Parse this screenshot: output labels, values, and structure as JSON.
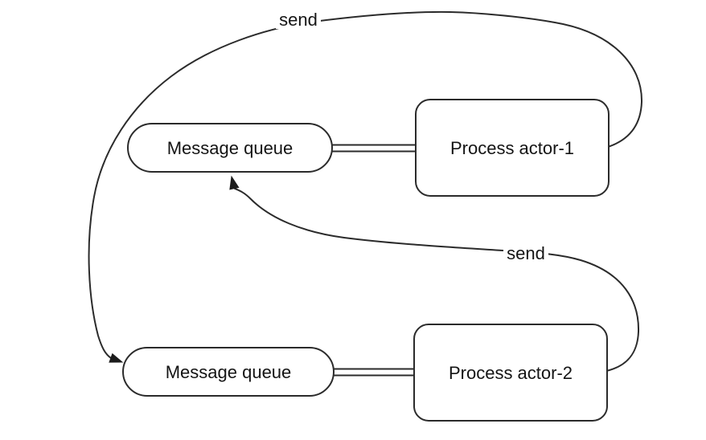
{
  "diagram": {
    "type": "actor-message-queue-diagram",
    "background_color": "#ffffff",
    "stroke_color": "#2b2b2b",
    "text_color": "#141414",
    "node_fill_color": "#ffffff",
    "nodes": [
      {
        "id": "queue1",
        "label": "Message queue",
        "shape": "pill"
      },
      {
        "id": "actor1",
        "label": "Process actor-1",
        "shape": "rounded-rect"
      },
      {
        "id": "queue2",
        "label": "Message queue",
        "shape": "pill"
      },
      {
        "id": "actor2",
        "label": "Process actor-2",
        "shape": "rounded-rect"
      }
    ],
    "edges": [
      {
        "from": "actor1",
        "to": "queue2",
        "label": "send",
        "style": "curved-arrow"
      },
      {
        "from": "actor2",
        "to": "queue1",
        "label": "send",
        "style": "curved-arrow"
      },
      {
        "from": "queue1",
        "to": "actor1",
        "label": "",
        "style": "double-line"
      },
      {
        "from": "queue2",
        "to": "actor2",
        "label": "",
        "style": "double-line"
      }
    ]
  }
}
